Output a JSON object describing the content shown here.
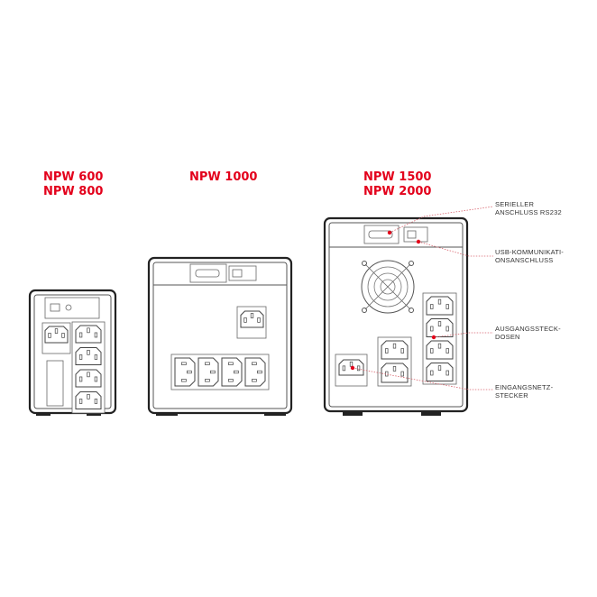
{
  "models": {
    "small": {
      "line1": "NPW 600",
      "line2": "NPW 800"
    },
    "medium": {
      "line1": "NPW 1000"
    },
    "large": {
      "line1": "NPW 1500",
      "line2": "NPW 2000"
    }
  },
  "callouts": [
    {
      "line1": "SERIELLER",
      "line2": "ANSCHLUSS RS232"
    },
    {
      "line1": "USB-KOMMUNIKATI-",
      "line2": "ONSANSCHLUSS"
    },
    {
      "line1": "AUSGANGSSTECK-",
      "line2": "DOSEN"
    },
    {
      "line1": "EINGANGSNETZ-",
      "line2": "STECKER"
    }
  ],
  "colors": {
    "accent": "#e3001b"
  }
}
